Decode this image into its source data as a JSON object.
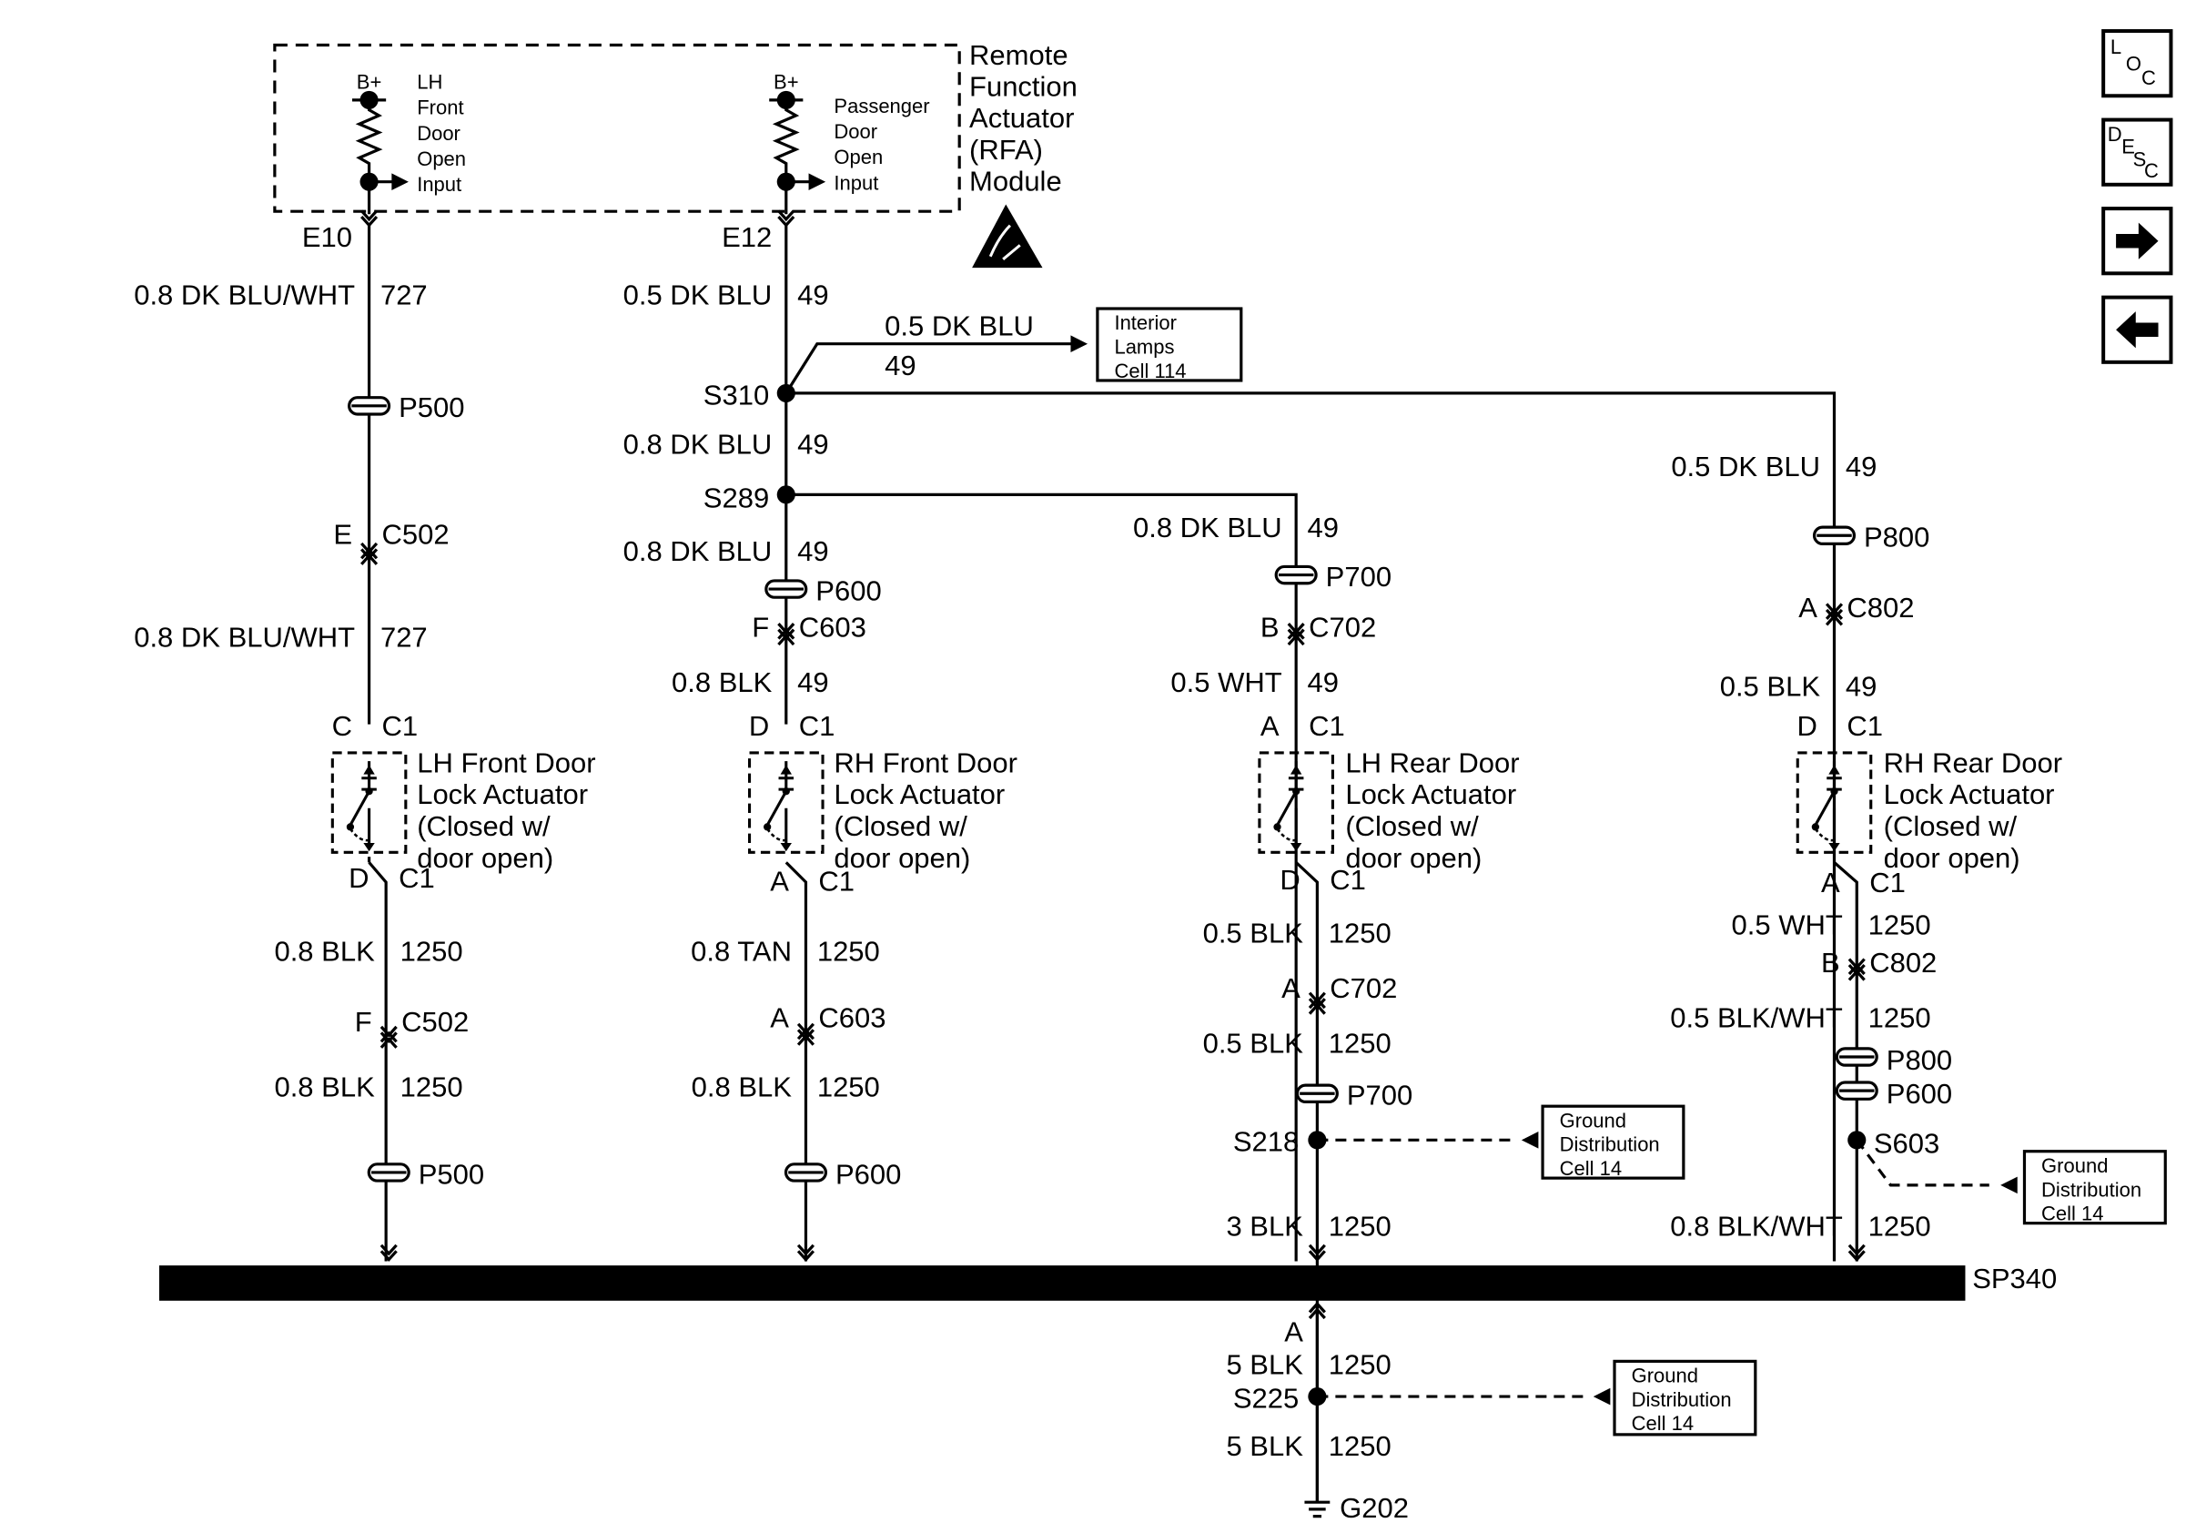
{
  "module": {
    "name_lines": [
      "Remote",
      "Function",
      "Actuator",
      "(RFA)",
      "Module"
    ],
    "b_plus": "B+",
    "lh_input_lines": [
      "LH",
      "Front",
      "Door",
      "Open",
      "Input"
    ],
    "pass_input_lines": [
      "Passenger",
      "Door",
      "Open",
      "Input"
    ],
    "pin_lh": "E10",
    "pin_pass": "E12",
    "esd_icon": "esd-warning-icon"
  },
  "wires": {
    "w727_top": [
      "0.8 DK BLU/WHT",
      "727"
    ],
    "w727_bottom": [
      "0.8 DK BLU/WHT",
      "727"
    ],
    "w49_top": [
      "0.5 DK BLU",
      "49"
    ],
    "w49_interior": [
      "0.5 DK BLU",
      "49"
    ],
    "w49_s310_s289": [
      "0.8 DK BLU",
      "49"
    ],
    "w49_s289_p600": [
      "0.8 DK BLU",
      "49"
    ],
    "w49_lh_rear": [
      "0.8 DK BLU",
      "49"
    ],
    "w49_rh_rear": [
      "0.5 DK BLU",
      "49"
    ],
    "w49_rhf": [
      "0.8 BLK",
      "49"
    ],
    "w49_lhr": [
      "0.5 WHT",
      "49"
    ],
    "w49_rhr": [
      "0.5 BLK",
      "49"
    ],
    "g_lhf_1": [
      "0.8 BLK",
      "1250"
    ],
    "g_lhf_2": [
      "0.8 BLK",
      "1250"
    ],
    "g_rhf_1": [
      "0.8 TAN",
      "1250"
    ],
    "g_rhf_2": [
      "0.8 BLK",
      "1250"
    ],
    "g_lhr_1": [
      "0.5 BLK",
      "1250"
    ],
    "g_lhr_2": [
      "0.5 BLK",
      "1250"
    ],
    "g_lhr_3": [
      "3 BLK",
      "1250"
    ],
    "g_rhr_1": [
      "0.5 WHT",
      "1250"
    ],
    "g_rhr_2": [
      "0.5 BLK/WHT",
      "1250"
    ],
    "g_rhr_3": [
      "0.8 BLK/WHT",
      "1250"
    ],
    "g_main_1": [
      "5 BLK",
      "1250"
    ],
    "g_main_2": [
      "5 BLK",
      "1250"
    ]
  },
  "splices": {
    "s310": "S310",
    "s289": "S289",
    "s218": "S218",
    "s603": "S603",
    "s225": "S225",
    "sp340": "SP340",
    "g202": "G202"
  },
  "passthroughs": {
    "p500_a": "P500",
    "p500_b": "P500",
    "p600_a": "P600",
    "p600_b": "P600",
    "p600_c": "P600",
    "p700_a": "P700",
    "p700_b": "P700",
    "p800_a": "P800",
    "p800_b": "P800"
  },
  "connectors": {
    "lhf_c502_top": [
      "E",
      "C502"
    ],
    "lhf_c1_top": [
      "C",
      "C1"
    ],
    "lhf_c1_bot": [
      "D",
      "C1"
    ],
    "lhf_c502_bot": [
      "F",
      "C502"
    ],
    "rhf_c603_top": [
      "F",
      "C603"
    ],
    "rhf_c1_top": [
      "D",
      "C1"
    ],
    "rhf_c1_bot": [
      "A",
      "C1"
    ],
    "rhf_c603_bot": [
      "A",
      "C603"
    ],
    "lhr_c702_top": [
      "B",
      "C702"
    ],
    "lhr_c1_top": [
      "A",
      "C1"
    ],
    "lhr_c1_bot": [
      "D",
      "C1"
    ],
    "lhr_c702_bot": [
      "A",
      "C702"
    ],
    "rhr_c802_top": [
      "A",
      "C802"
    ],
    "rhr_c1_top": [
      "D",
      "C1"
    ],
    "rhr_c1_bot": [
      "A",
      "C1"
    ],
    "rhr_c802_bot": [
      "B",
      "C802"
    ],
    "main_a": "A"
  },
  "actuators": {
    "lhf": [
      "LH Front Door",
      "Lock Actuator",
      "(Closed w/",
      "door open)"
    ],
    "rhf": [
      "RH Front Door",
      "Lock Actuator",
      "(Closed w/",
      "door open)"
    ],
    "lhr": [
      "LH Rear Door",
      "Lock Actuator",
      "(Closed w/",
      "door open)"
    ],
    "rhr": [
      "RH Rear Door",
      "Lock Actuator",
      "(Closed w/",
      "door open)"
    ]
  },
  "references": {
    "interior": [
      "Interior",
      "Lamps",
      "Cell 114"
    ],
    "ground_1": [
      "Ground",
      "Distribution",
      "Cell 14"
    ],
    "ground_2": [
      "Ground",
      "Distribution",
      "Cell 14"
    ],
    "ground_3": [
      "Ground",
      "Distribution",
      "Cell 14"
    ]
  },
  "nav": {
    "loc": [
      "L",
      "O",
      "C"
    ],
    "desc": [
      "D",
      "E",
      "S",
      "C"
    ],
    "next_icon": "arrow-right-icon",
    "prev_icon": "arrow-left-icon"
  },
  "colors": {
    "ink": "#000000",
    "paper": "#ffffff"
  }
}
